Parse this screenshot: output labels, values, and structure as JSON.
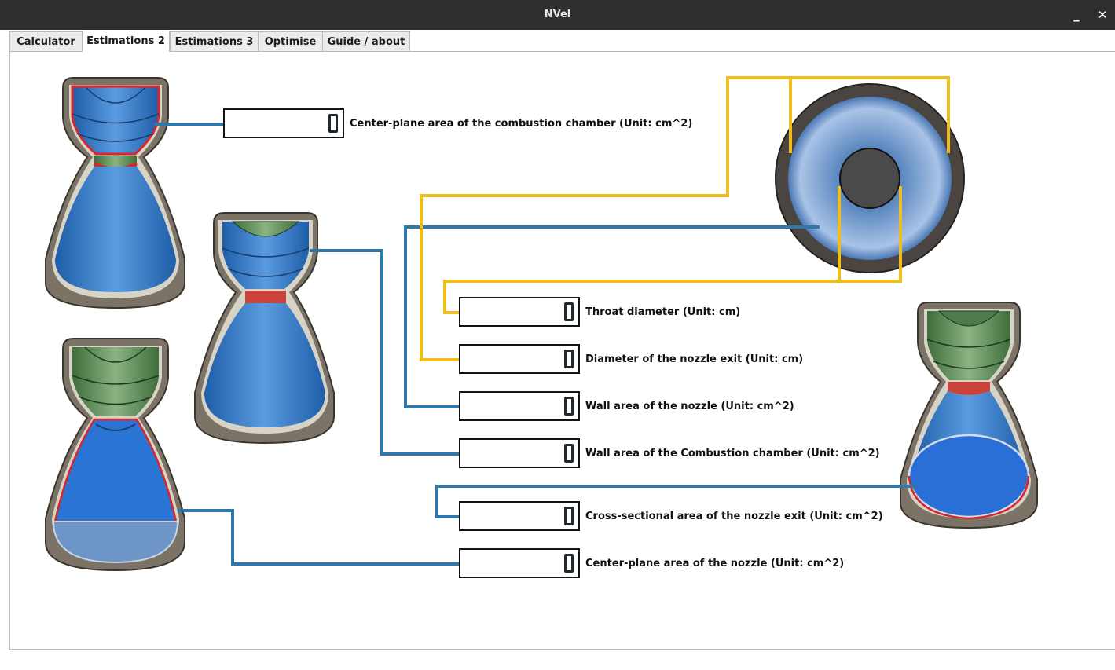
{
  "window": {
    "title": "NVel",
    "minimize_icon": "minimize-icon",
    "close_icon": "close-icon",
    "minimize_label": "_",
    "close_label": "✕"
  },
  "tabs": [
    {
      "label": "Calculator",
      "active": false
    },
    {
      "label": "Estimations 2",
      "active": true
    },
    {
      "label": "Estimations 3",
      "active": false
    },
    {
      "label": "Optimise",
      "active": false
    },
    {
      "label": "Guide / about",
      "active": false
    }
  ],
  "fields": {
    "center_plane_area_chamber": {
      "label": "Center-plane area of the combustion chamber (Unit: cm^2)",
      "value": ""
    },
    "throat_diameter": {
      "label": "Throat diameter (Unit: cm)",
      "value": ""
    },
    "nozzle_exit_diameter": {
      "label": "Diameter of the nozzle exit (Unit: cm)",
      "value": ""
    },
    "nozzle_wall_area": {
      "label": "Wall area of the nozzle (Unit: cm^2)",
      "value": ""
    },
    "chamber_wall_area": {
      "label": "Wall area of the Combustion chamber (Unit: cm^2)",
      "value": ""
    },
    "nozzle_exit_cross_section": {
      "label": "Cross-sectional area of the nozzle exit (Unit: cm^2)",
      "value": ""
    },
    "center_plane_area_nozzle": {
      "label": "Center-plane area of the nozzle (Unit: cm^2)",
      "value": ""
    }
  },
  "colors": {
    "connector_blue": "#2e77a8",
    "connector_yellow": "#f0be1c",
    "highlight_red": "#d8262a",
    "nozzle_blue": "#2f78c8",
    "chamber_green": "#5c8a55",
    "shell_gray": "#7d7468"
  },
  "icons": {
    "lcd_display": "lcd-digit-icon"
  }
}
